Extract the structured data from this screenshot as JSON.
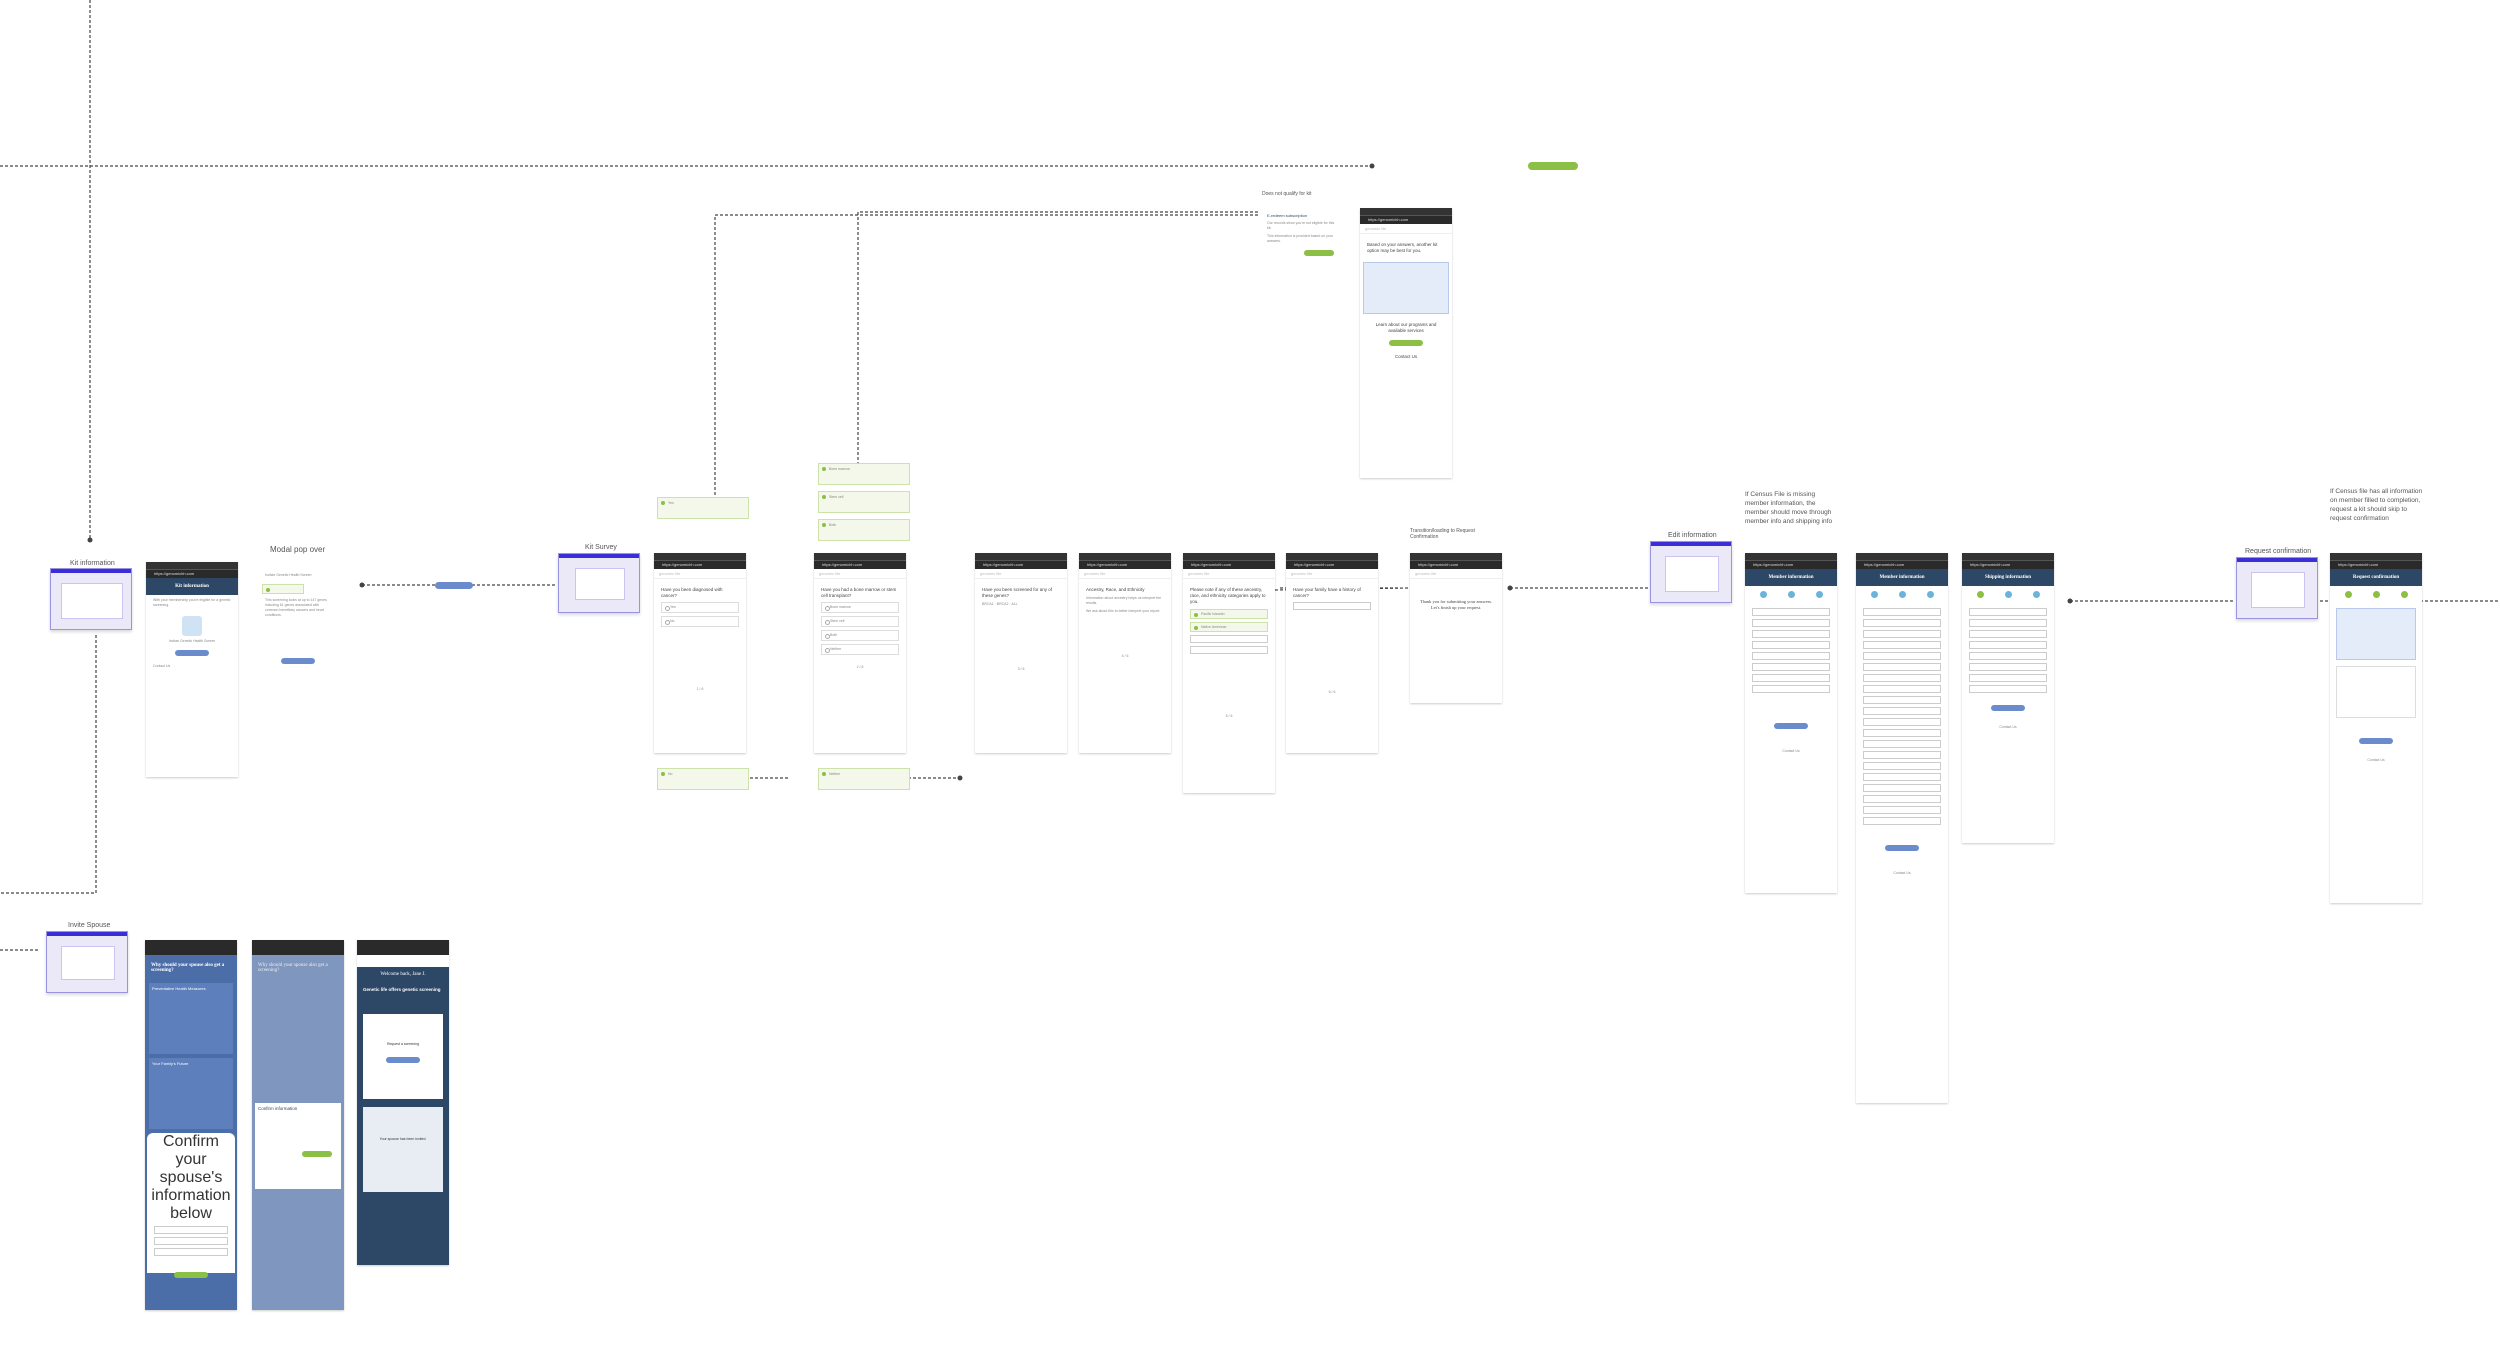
{
  "thumbnails": {
    "kit_information": "Kit information",
    "kit_survey": "Kit Survey",
    "edit_information": "Edit information",
    "request_confirmation": "Request confirmation",
    "invite_spouse": "Invite Spouse"
  },
  "annotations": {
    "modal_pop_over": "Modal pop over",
    "missing_info": "If Census File is missing member information, the member should move through member info and shipping info",
    "has_all_info": "If Census file has all information on member filled to completion, request a kit should skip to request confirmation",
    "transition": "Transition/loading to Request Confirmation",
    "does_not_qualify": "Does not qualify for kit"
  },
  "screens": {
    "url": "https://genomichh.com",
    "kit_information_header": "Kit information",
    "insurance_title": "Invitae Genetic Health Screen",
    "survey_q1": "Have you been diagnosed with cancer?",
    "survey_q2": "Have you had a bone marrow or stem cell transplant?",
    "survey_q3": "Have you been screened for any of these genes?",
    "survey_q4": "Ancestry, Race, and Ethnicity",
    "survey_q5": "Please note if any of these ancestry, race, and ethnicity categories apply to you.",
    "survey_q6": "Have your family have a history of cancer?",
    "yes": "Yes",
    "no": "No",
    "thank_you": "Thank you for submitting your answers. Let's finish up your request.",
    "member_information": "Member information",
    "shipping_information": "Shipping information",
    "request_confirmation": "Request confirmation",
    "based_on_answers": "Based on your answers, another kit option may be best for you.",
    "learn_more": "Learn about our programs and available services",
    "contact_us": "Contact Us",
    "why_spouse": "Why should your spouse also get a screening?",
    "welcome_back": "Welcome back, Jane J.",
    "confirm_spouse": "Confirm your spouse's information below",
    "confirm_information": "Confirm information",
    "spouse_invited": "Your spouse has been invited.",
    "request_screening": "Request a screening",
    "genetic_life": "Genetic life offers genetic screening",
    "preventative": "Preventative Health Measures",
    "family_future": "Your Family's Future",
    "page1": "1 / 6",
    "page2": "2 / 6",
    "page3": "3 / 6",
    "page4": "4 / 6",
    "page5": "5 / 6",
    "page6": "6 / 6"
  },
  "colors": {
    "primary": "#2d4766",
    "accent_blue": "#6a8ccc",
    "accent_green": "#8bbf45",
    "thumb_purple": "#3a2fd6"
  }
}
